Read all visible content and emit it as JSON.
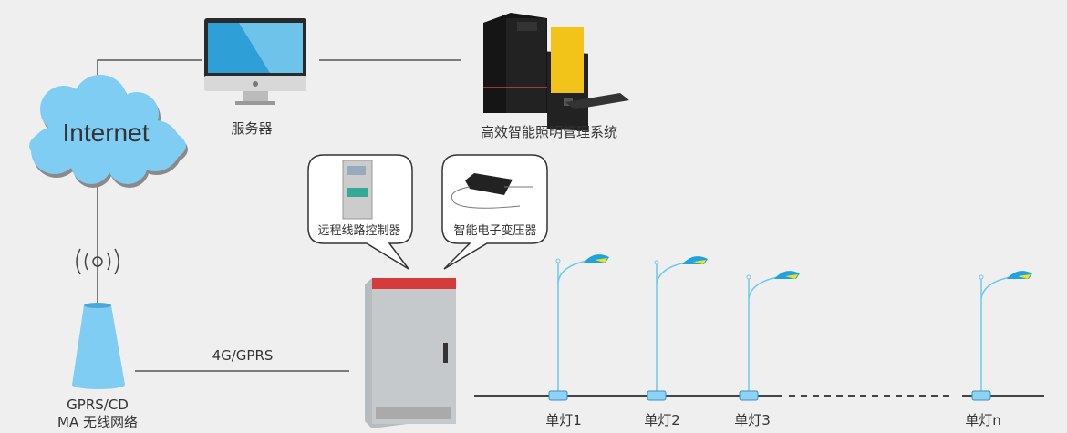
{
  "nodes": {
    "server_label": "服务器",
    "management_label": "高效智能照明管理系统",
    "internet_label": "Internet",
    "base_station_label_line1": "GPRS/CD",
    "base_station_label_line2": "MA 无线网络",
    "link_label": "4G/GPRS",
    "controller_label": "远程线路控制器",
    "transformer_label": "智能电子变压器"
  },
  "lamps": [
    {
      "label": "单灯1"
    },
    {
      "label": "单灯2"
    },
    {
      "label": "单灯3"
    },
    {
      "label": "单灯n"
    }
  ],
  "colors": {
    "cloud": "#7fcdf2",
    "lamp_pole": "#6cc8ee",
    "cabinet_top": "#d43c3c",
    "background": "#efefef"
  }
}
